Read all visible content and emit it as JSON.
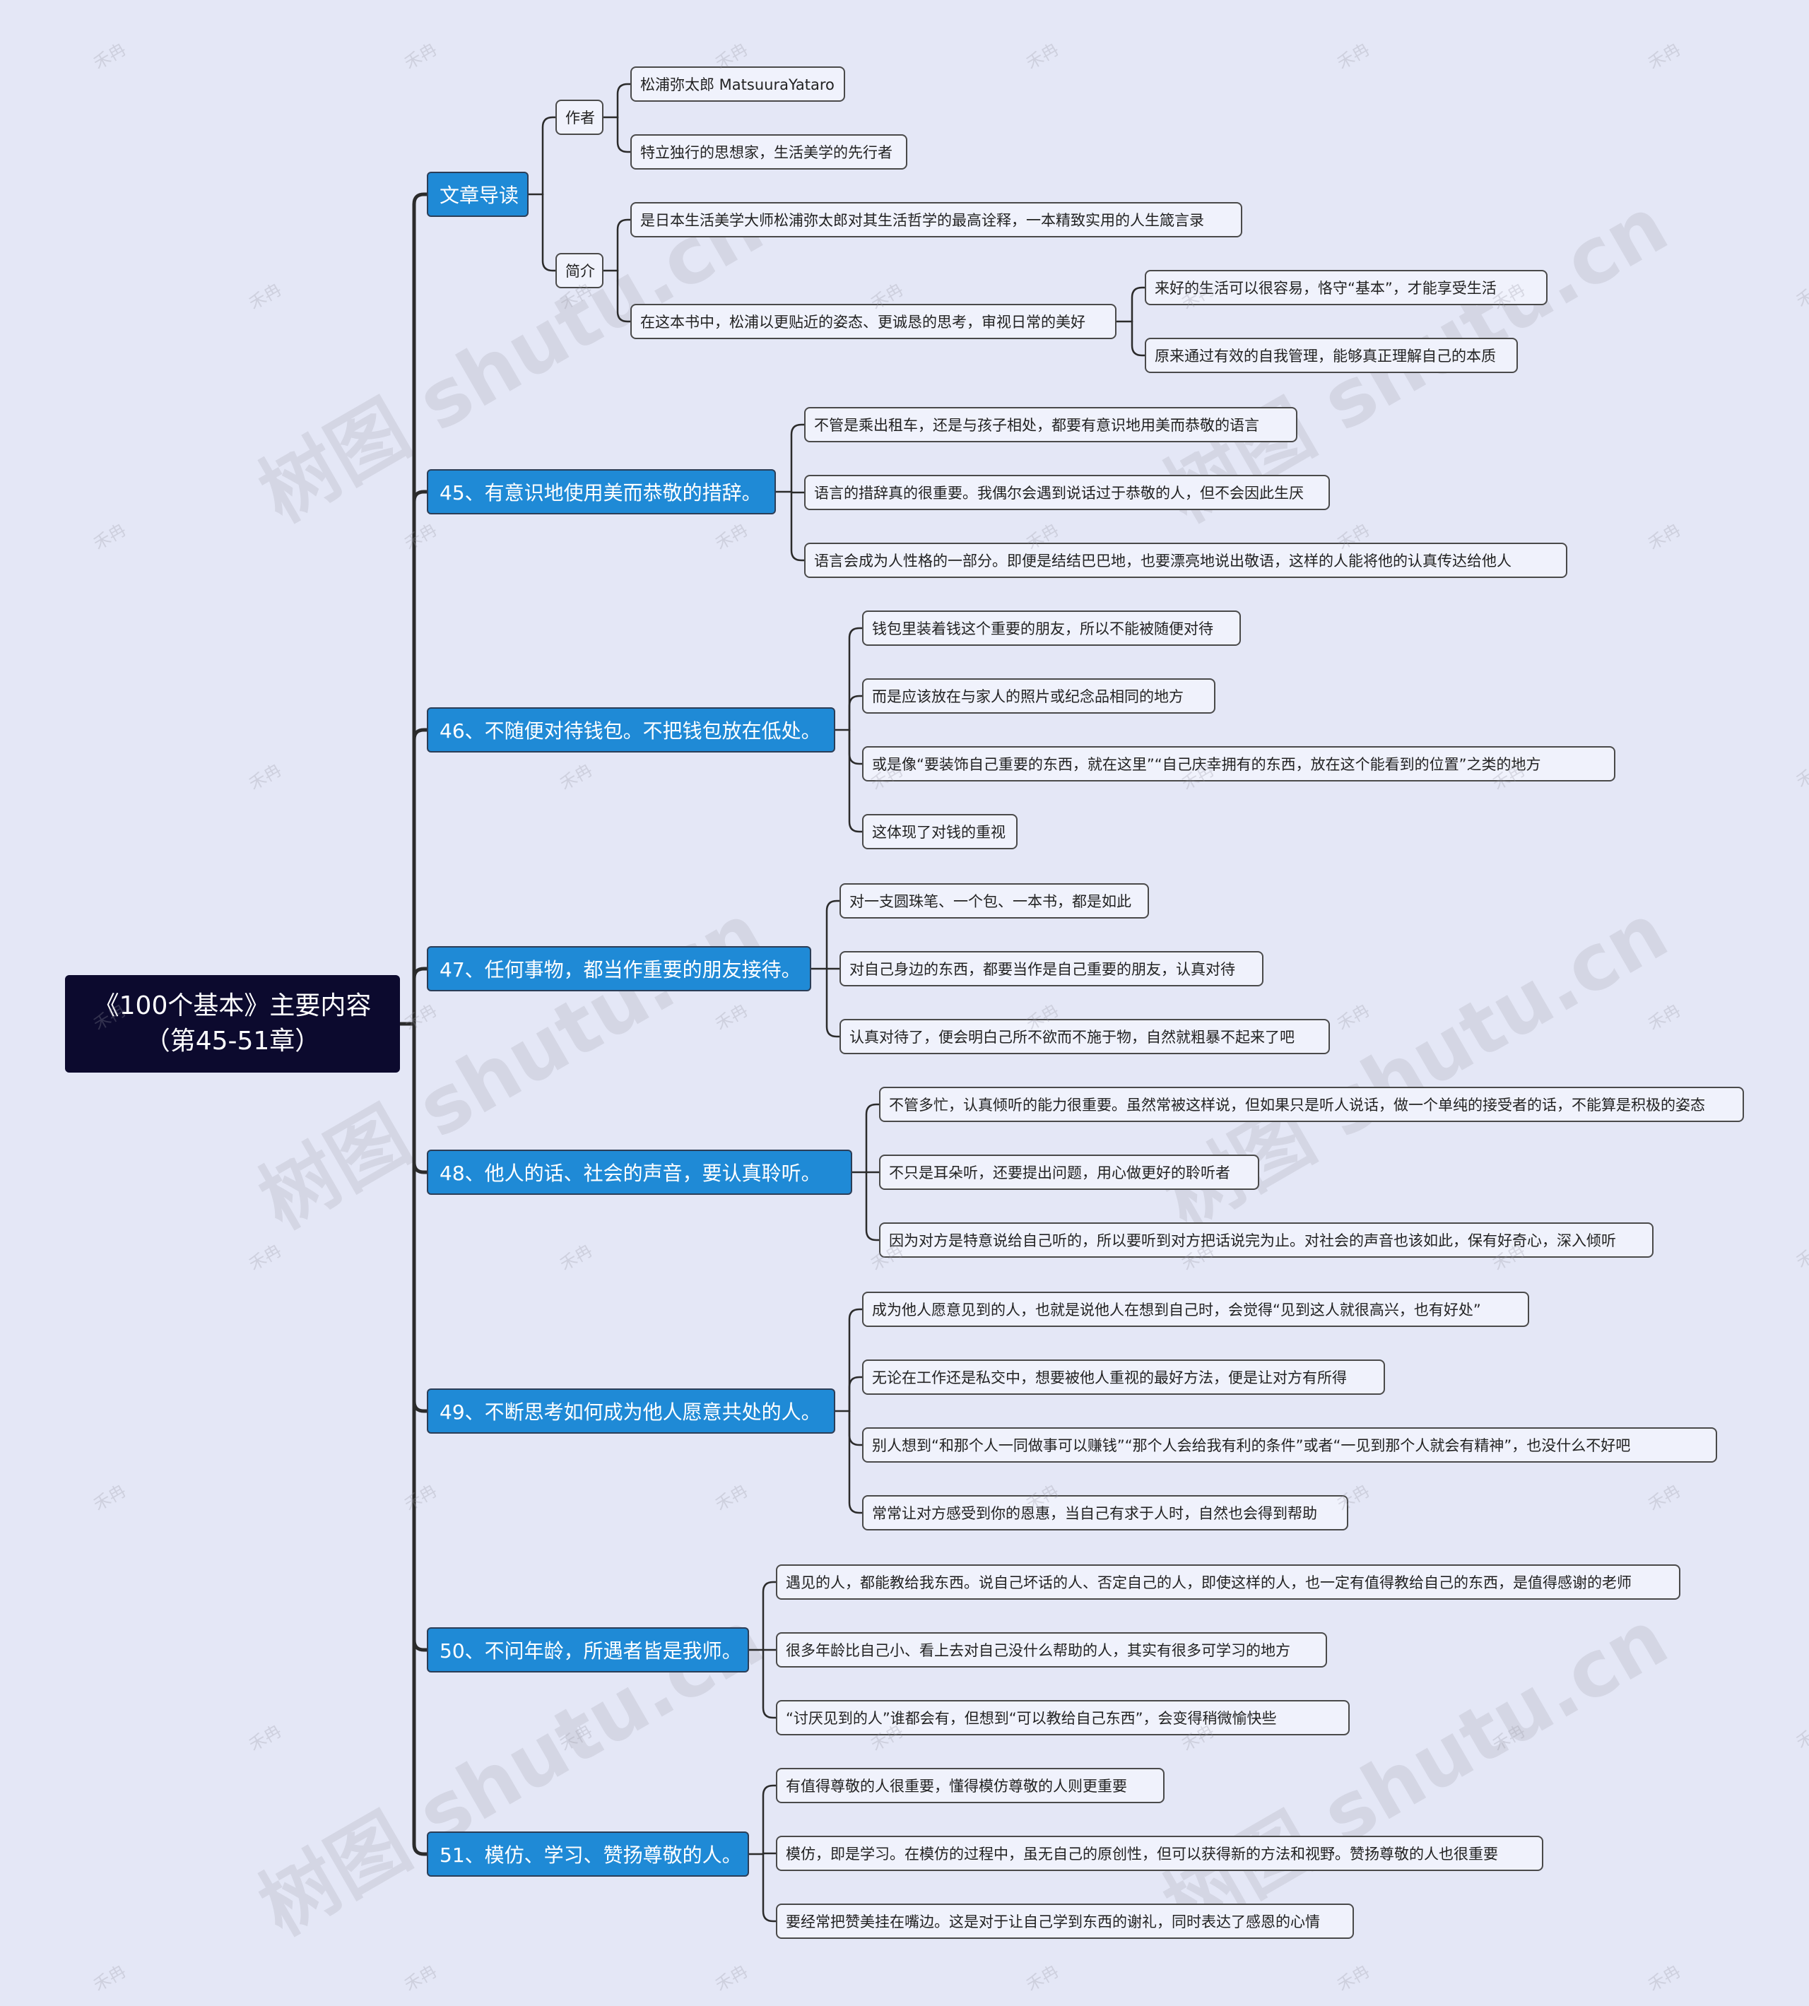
{
  "watermark": {
    "text": "树图 shutu.cn",
    "small": "禾冉"
  },
  "root": {
    "line1": "《100个基本》主要内容",
    "line2": "（第45-51章）"
  },
  "intro": {
    "label": "文章导读",
    "author": {
      "label": "作者",
      "items": [
        "松浦弥太郎 MatsuuraYataro",
        "特立独行的思想家，生活美学的先行者"
      ]
    },
    "summary": {
      "label": "简介",
      "item1": "是日本生活美学大师松浦弥太郎对其生活哲学的最高诠释，一本精致实用的人生箴言录",
      "item2": "在这本书中，松浦以更贴近的姿态、更诚恳的思考，审视日常的美好",
      "item2_children": [
        "来好的生活可以很容易，恪守“基本”，才能享受生活",
        "原来通过有效的自我管理，能够真正理解自己的本质"
      ]
    }
  },
  "chapters": [
    {
      "title": "45、有意识地使用美而恭敬的措辞。",
      "items": [
        "不管是乘出租车，还是与孩子相处，都要有意识地用美而恭敬的语言",
        "语言的措辞真的很重要。我偶尔会遇到说话过于恭敬的人，但不会因此生厌",
        "语言会成为人性格的一部分。即便是结结巴巴地，也要漂亮地说出敬语，这样的人能将他的认真传达给他人"
      ]
    },
    {
      "title": "46、不随便对待钱包。不把钱包放在低处。",
      "items": [
        "钱包里装着钱这个重要的朋友，所以不能被随便对待",
        "而是应该放在与家人的照片或纪念品相同的地方",
        "或是像“要装饰自己重要的东西，就在这里”“自己庆幸拥有的东西，放在这个能看到的位置”之类的地方",
        "这体现了对钱的重视"
      ]
    },
    {
      "title": "47、任何事物，都当作重要的朋友接待。",
      "items": [
        "对一支圆珠笔、一个包、一本书，都是如此",
        "对自己身边的东西，都要当作是自己重要的朋友，认真对待",
        "认真对待了，便会明白己所不欲而不施于物，自然就粗暴不起来了吧"
      ]
    },
    {
      "title": "48、他人的话、社会的声音，要认真聆听。",
      "items": [
        "不管多忙，认真倾听的能力很重要。虽然常被这样说，但如果只是听人说话，做一个单纯的接受者的话，不能算是积极的姿态",
        "不只是耳朵听，还要提出问题，用心做更好的聆听者",
        "因为对方是特意说给自己听的，所以要听到对方把话说完为止。对社会的声音也该如此，保有好奇心，深入倾听"
      ]
    },
    {
      "title": "49、不断思考如何成为他人愿意共处的人。",
      "items": [
        "成为他人愿意见到的人，也就是说他人在想到自己时，会觉得“见到这人就很高兴，也有好处”",
        "无论在工作还是私交中，想要被他人重视的最好方法，便是让对方有所得",
        "别人想到“和那个人一同做事可以赚钱”“那个人会给我有利的条件”或者“一见到那个人就会有精神”，也没什么不好吧",
        "常常让对方感受到你的恩惠，当自己有求于人时，自然也会得到帮助"
      ]
    },
    {
      "title": "50、不问年龄，所遇者皆是我师。",
      "items": [
        "遇见的人，都能教给我东西。说自己坏话的人、否定自己的人，即使这样的人，也一定有值得教给自己的东西，是值得感谢的老师",
        "很多年龄比自己小、看上去对自己没什么帮助的人，其实有很多可学习的地方",
        "“讨厌见到的人”谁都会有，但想到“可以教给自己东西”，会变得稍微愉快些"
      ]
    },
    {
      "title": "51、模仿、学习、赞扬尊敬的人。",
      "items": [
        "有值得尊敬的人很重要，懂得模仿尊敬的人则更重要",
        "模仿，即是学习。在模仿的过程中，虽无自己的原创性，但可以获得新的方法和视野。赞扬尊敬的人也很重要",
        "要经常把赞美挂在嘴边。这是对于让自己学到东西的谢礼，同时表达了感恩的心情"
      ]
    }
  ]
}
